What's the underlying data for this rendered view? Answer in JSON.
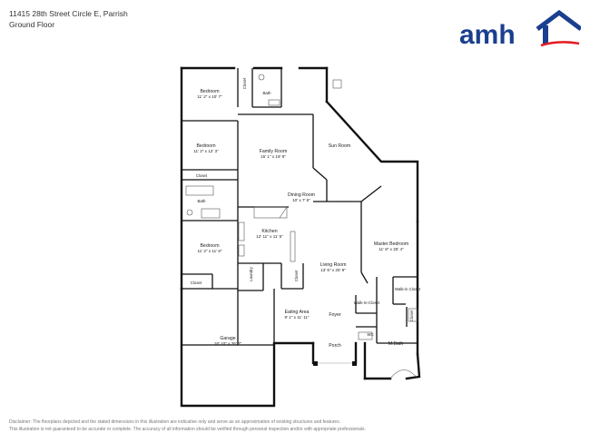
{
  "header": {
    "address": "11415 28th Street Circle E, Parrish",
    "floor_label": "Ground Floor"
  },
  "logo": {
    "text": "amh",
    "icon": "house-roof-icon",
    "brand_color": "#1b3f8f",
    "accent_color": "#e31b23"
  },
  "rooms": {
    "bedroom1": {
      "name": "Bedroom",
      "dims": "11' 2\" x 10' 7\""
    },
    "closet1": {
      "name": "Closet"
    },
    "bath1": {
      "name": "Bath"
    },
    "bedroom2": {
      "name": "Bedroom",
      "dims": "11' 2\" x 12' 3\""
    },
    "closet2": {
      "name": "Closet"
    },
    "bath2": {
      "name": "Bath"
    },
    "family": {
      "name": "Family Room",
      "dims": "15' 1\" x 19' 9\""
    },
    "sun": {
      "name": "Sun Room"
    },
    "dining": {
      "name": "Dining Room",
      "dims": "10' x 7' 6\""
    },
    "kitchen": {
      "name": "Kitchen",
      "dims": "12' 11\" x 11' 5\""
    },
    "bedroom3": {
      "name": "Bedroom",
      "dims": "11' 2\" x 11' 6\""
    },
    "closet3": {
      "name": "Closet"
    },
    "laundry": {
      "name": "Laundry"
    },
    "closet4": {
      "name": "Closet"
    },
    "living": {
      "name": "Living Room",
      "dims": "13' 6\" x 25' 9\""
    },
    "master": {
      "name": "Master Bedroom",
      "dims": "11' 8\" x 25' 4\""
    },
    "wic1": {
      "name": "Walk-in Closet"
    },
    "wic2": {
      "name": "Walk-In-Closet"
    },
    "eating": {
      "name": "Eating Area",
      "dims": "9' 1\" x 11' 11\""
    },
    "foyer": {
      "name": "Foyer"
    },
    "wc": {
      "name": "WC"
    },
    "closet5": {
      "name": "Closet"
    },
    "mbath": {
      "name": "M.Bath"
    },
    "porch": {
      "name": "Porch"
    },
    "garage": {
      "name": "Garage",
      "dims": "18' 10\" x 26' 2\""
    }
  },
  "disclaimer": {
    "line1": "Disclaimer: The floorplans depicted and the stated dimensions in this illustration are indicative only and serve as an approximation of existing structures and features.",
    "line2": "This illustration is not guaranteed to be accurate or complete. The accuracy of all information should be verified through personal inspection and/or with appropriate professionals."
  }
}
